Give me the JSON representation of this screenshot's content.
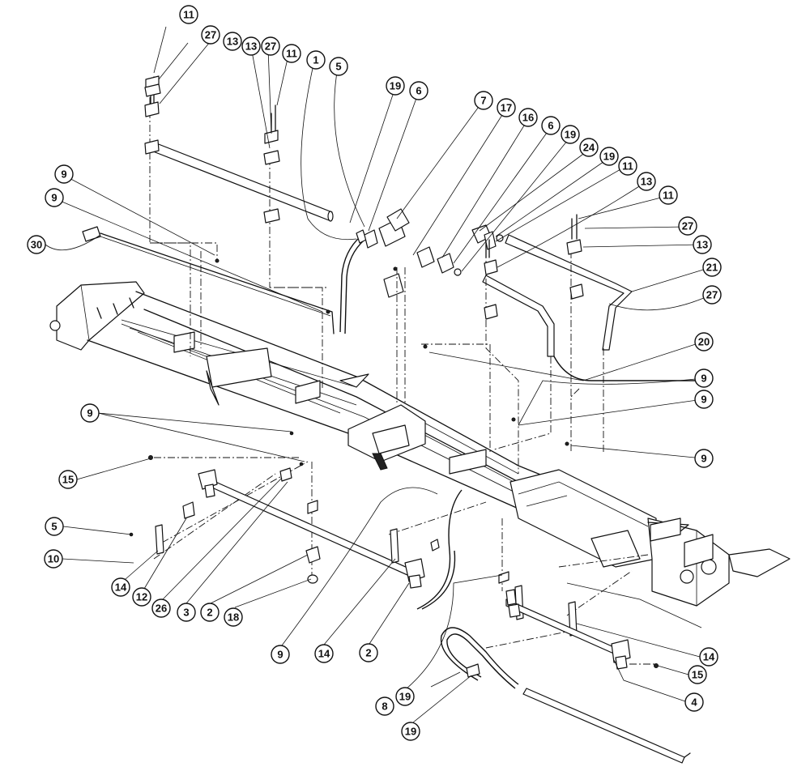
{
  "diagram": {
    "callouts": [
      {
        "id": "c1",
        "label": "11"
      },
      {
        "id": "c2",
        "label": "27"
      },
      {
        "id": "c3",
        "label": "13"
      },
      {
        "id": "c4",
        "label": "13"
      },
      {
        "id": "c5",
        "label": "27"
      },
      {
        "id": "c6",
        "label": "11"
      },
      {
        "id": "c7",
        "label": "1"
      },
      {
        "id": "c8",
        "label": "5"
      },
      {
        "id": "c9",
        "label": "19"
      },
      {
        "id": "c10",
        "label": "6"
      },
      {
        "id": "c11",
        "label": "7"
      },
      {
        "id": "c12",
        "label": "17"
      },
      {
        "id": "c13",
        "label": "16"
      },
      {
        "id": "c14",
        "label": "6"
      },
      {
        "id": "c15",
        "label": "19"
      },
      {
        "id": "c16",
        "label": "24"
      },
      {
        "id": "c17",
        "label": "19"
      },
      {
        "id": "c18",
        "label": "11"
      },
      {
        "id": "c19",
        "label": "13"
      },
      {
        "id": "c20",
        "label": "11"
      },
      {
        "id": "c21",
        "label": "27"
      },
      {
        "id": "c22",
        "label": "13"
      },
      {
        "id": "c23",
        "label": "21"
      },
      {
        "id": "c24",
        "label": "27"
      },
      {
        "id": "c25",
        "label": "20"
      },
      {
        "id": "c26",
        "label": "9"
      },
      {
        "id": "c27",
        "label": "9"
      },
      {
        "id": "c28",
        "label": "9"
      },
      {
        "id": "c29",
        "label": "9"
      },
      {
        "id": "c30",
        "label": "9"
      },
      {
        "id": "c31",
        "label": "30"
      },
      {
        "id": "c32",
        "label": "9"
      },
      {
        "id": "c33",
        "label": "15"
      },
      {
        "id": "c34",
        "label": "5"
      },
      {
        "id": "c35",
        "label": "10"
      },
      {
        "id": "c36",
        "label": "14"
      },
      {
        "id": "c37",
        "label": "12"
      },
      {
        "id": "c38",
        "label": "26"
      },
      {
        "id": "c39",
        "label": "3"
      },
      {
        "id": "c40",
        "label": "2"
      },
      {
        "id": "c41",
        "label": "18"
      },
      {
        "id": "c42",
        "label": "9"
      },
      {
        "id": "c43",
        "label": "14"
      },
      {
        "id": "c44",
        "label": "2"
      },
      {
        "id": "c45",
        "label": "19"
      },
      {
        "id": "c46",
        "label": "8"
      },
      {
        "id": "c47",
        "label": "19"
      },
      {
        "id": "c48",
        "label": "4"
      },
      {
        "id": "c49",
        "label": "15"
      },
      {
        "id": "c50",
        "label": "14"
      }
    ]
  }
}
